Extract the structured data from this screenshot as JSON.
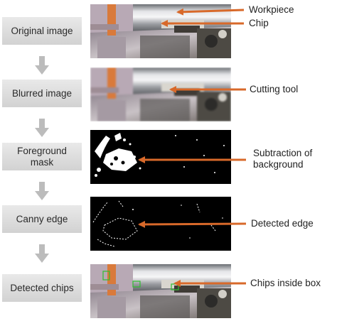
{
  "steps": [
    "Original image",
    "Blurred image",
    "Foreground\nmask",
    "Canny edge",
    "Detected chips"
  ],
  "annotations": {
    "workpiece": "Workpiece",
    "chip": "Chip",
    "cutting_tool": "Cutting tool",
    "subtraction": "Subtraction of\nbackground",
    "detected_edge": "Detected edge",
    "chips_inside_box": "Chips inside box"
  },
  "colors": {
    "step_box": "#dcdcdc",
    "flow_arrow": "#bcbcbc",
    "annotation_arrow": "#d8692a",
    "detection_box": "#2fbf2f"
  },
  "icons": {
    "flow": "down-arrow-icon",
    "pointer": "left-arrow-icon"
  }
}
